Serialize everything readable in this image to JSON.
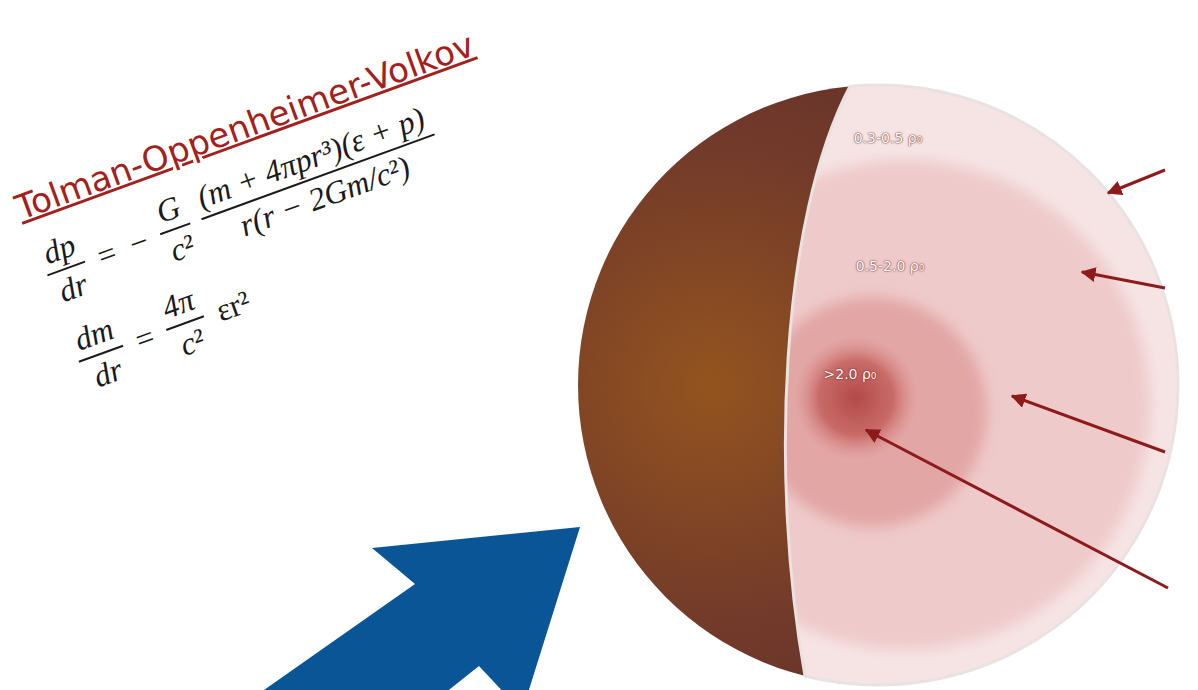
{
  "diagram": {
    "title": "Tolman-Oppenheimer-Volkov",
    "labels": [
      "dp",
      "dr",
      "=",
      "−",
      "G",
      "c²",
      "(m + 4πpr³)(ε + p)",
      "r(r − 2Gm/c²)",
      "dm",
      "dr",
      "=",
      "4π",
      "c²",
      "εr²",
      "0.3-0.5 ρ₀",
      "0.5-2.0 ρ₀",
      ">2.0 ρ₀"
    ]
  }
}
